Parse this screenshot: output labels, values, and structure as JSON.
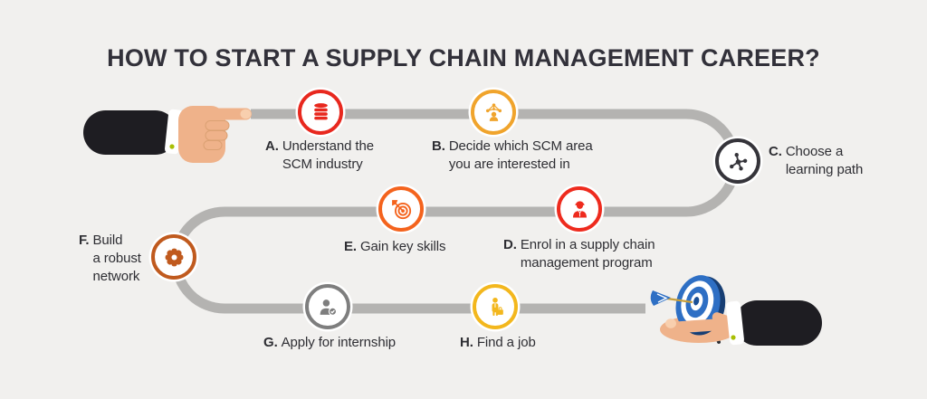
{
  "title": "HOW TO START A SUPPLY CHAIN MANAGEMENT CAREER?",
  "colors": {
    "background": "#f1f0ee",
    "title": "#32313a",
    "label_text": "#2e2e33",
    "path": "#b4b3b1",
    "sleeve": "#1e1d22",
    "cuff": "#ffffff",
    "cufflink": "#a9bf04",
    "skin": "#efb28a",
    "skin_highlight": "#f8cfae",
    "target_blue": "#2e6fc4",
    "target_dark": "#1b5096"
  },
  "steps": [
    {
      "letter": "A.",
      "text": "Understand the\nSCM industry",
      "color": "#e8281e",
      "icon": "database-icon"
    },
    {
      "letter": "B.",
      "text": "Decide which SCM area\nyou are interested in",
      "color": "#f0a42c",
      "icon": "network-person-icon"
    },
    {
      "letter": "C.",
      "text": "Choose a\nlearning path",
      "color": "#35343a",
      "icon": "molecule-icon"
    },
    {
      "letter": "D.",
      "text": "Enrol in a supply chain\nmanagement program",
      "color": "#ee2b1e",
      "icon": "worker-person-icon"
    },
    {
      "letter": "E.",
      "text": "Gain key skills",
      "color": "#f4631d",
      "icon": "dart-target-icon"
    },
    {
      "letter": "F.",
      "text": "Build\na robust\nnetwork",
      "color": "#c05a1e",
      "icon": "gear-icon"
    },
    {
      "letter": "G.",
      "text": "Apply for internship",
      "color": "#7e7e7e",
      "icon": "person-check-icon"
    },
    {
      "letter": "H.",
      "text": "Find a job",
      "color": "#f3b71d",
      "icon": "person-briefcase-icon"
    }
  ]
}
